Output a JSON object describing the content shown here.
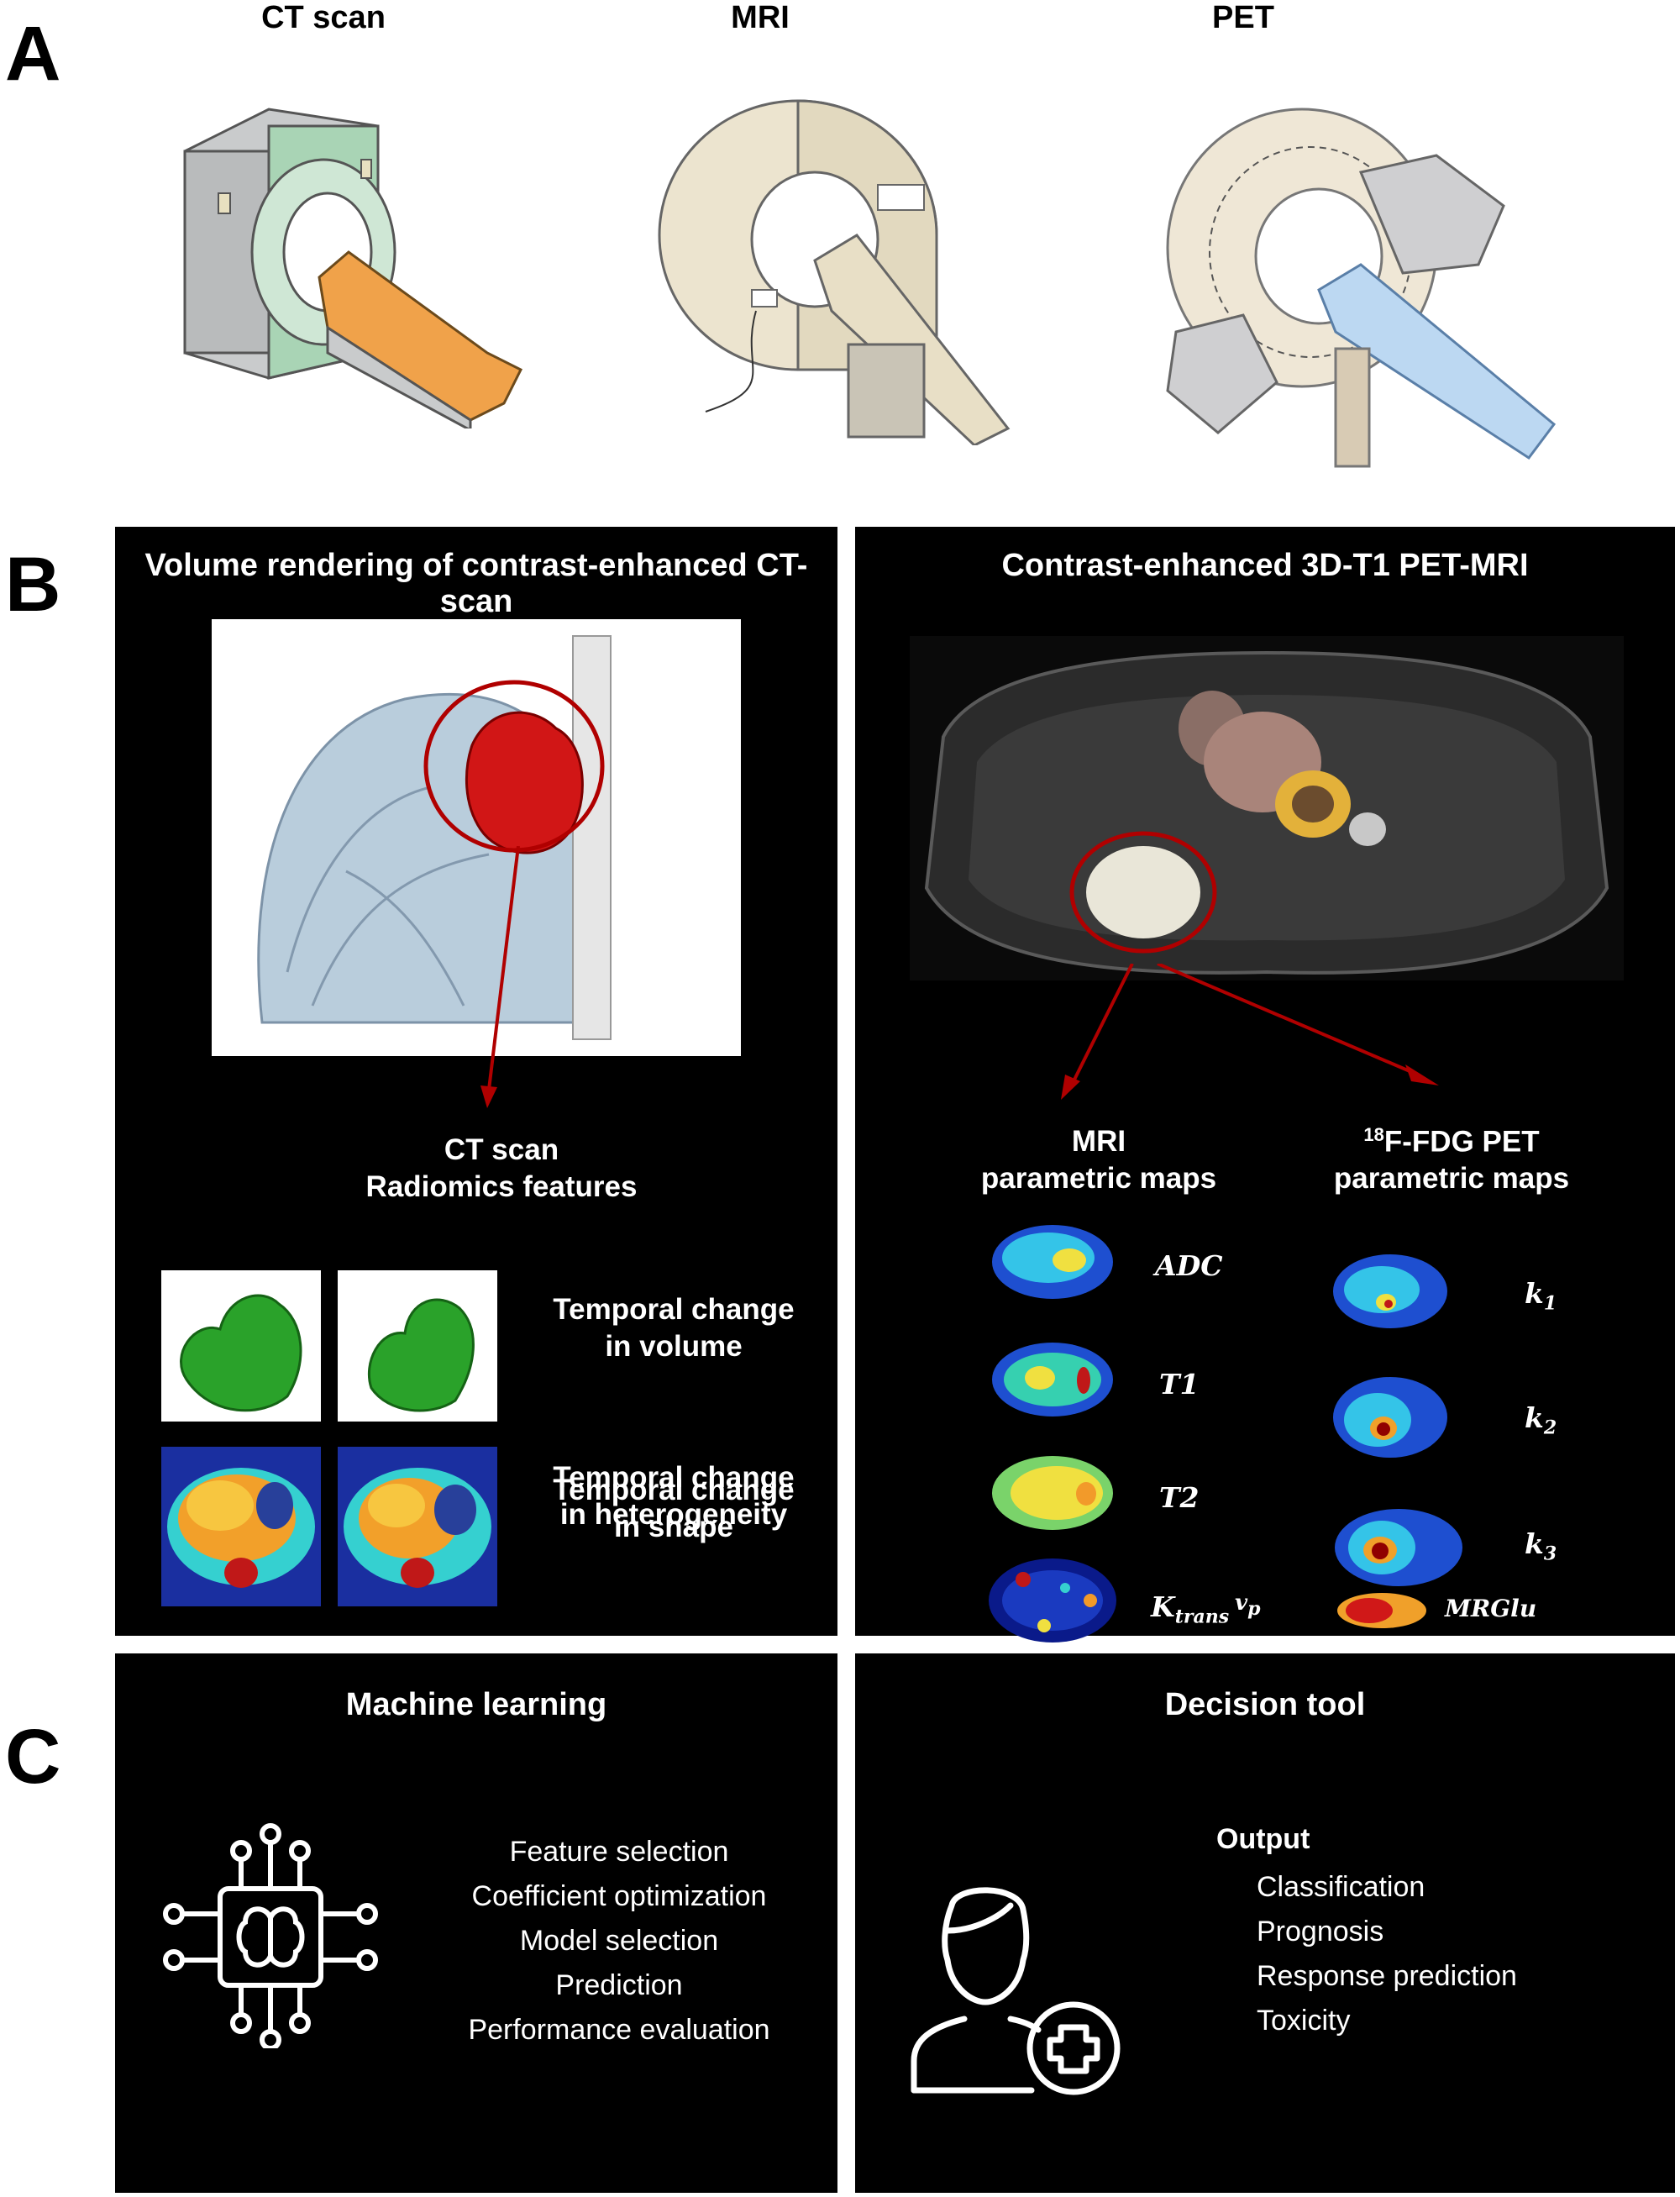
{
  "panels": {
    "a": {
      "letter": "A"
    },
    "b": {
      "letter": "B"
    },
    "c": {
      "letter": "C"
    }
  },
  "scanners": [
    {
      "label": "CT scan"
    },
    {
      "label": "MRI"
    },
    {
      "label": "PET"
    }
  ],
  "ct_panel": {
    "title": "Volume rendering of contrast-enhanced CT-scan",
    "radiomics_line1": "CT scan",
    "radiomics_line2": "Radiomics features",
    "features": [
      {
        "line1": "Temporal change",
        "line2": "in volume"
      },
      {
        "line1": "Temporal change",
        "line2": "in shape"
      },
      {
        "line1": "Temporal change",
        "line2": "in heterogeneity"
      }
    ]
  },
  "petmri_panel": {
    "title": "Contrast-enhanced 3D-T1 PET-MRI",
    "mri_line1": "MRI",
    "mri_line2": "parametric maps",
    "pet_sup": "18",
    "pet_line1": "F-FDG PET",
    "pet_line2": "parametric maps",
    "mri_params": [
      {
        "main": "ADC",
        "sub": ""
      },
      {
        "main": "T1",
        "sub": ""
      },
      {
        "main": "T2",
        "sub": ""
      },
      {
        "main": "K",
        "sub": "trans"
      },
      {
        "main": "v",
        "sub": "p"
      }
    ],
    "pet_params": [
      {
        "main": "k",
        "sub": "1"
      },
      {
        "main": "k",
        "sub": "2"
      },
      {
        "main": "k",
        "sub": "3"
      },
      {
        "main": "MRGlu",
        "sub": ""
      }
    ]
  },
  "ml_panel": {
    "title": "Machine learning",
    "items": [
      "Feature selection",
      "Coefficient optimization",
      "Model selection",
      "Prediction",
      "Performance evaluation"
    ]
  },
  "decision_panel": {
    "title": "Decision tool",
    "output_label": "Output",
    "items": [
      "Classification",
      "Prognosis",
      "Response prediction",
      "Toxicity"
    ]
  },
  "colors": {
    "panel_bg": "#000000",
    "highlight_red": "#b00000",
    "ct_body": "#9ec9a8",
    "ct_table": "#f0a24a",
    "mri_body": "#ece4cf",
    "pet_table": "#bcd8f2"
  },
  "icons": [
    "ct-scanner-icon",
    "mri-scanner-icon",
    "pet-scanner-icon",
    "ai-chip-icon",
    "patient-plus-icon"
  ]
}
